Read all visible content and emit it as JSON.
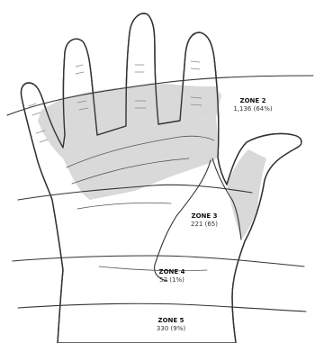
{
  "zones": [
    {
      "id": "zone2",
      "title": "ZONE 2",
      "value": "1,136 (64%)"
    },
    {
      "id": "zone3",
      "title": "ZONE 3",
      "value": "221 (65)"
    },
    {
      "id": "zone4",
      "title": "ZONE 4",
      "value": "52 (1%)"
    },
    {
      "id": "zone5",
      "title": "ZONE 5",
      "value": "330 (9%)"
    }
  ],
  "colors": {
    "shaded": "#d9d9d9",
    "outline": "#333333"
  }
}
